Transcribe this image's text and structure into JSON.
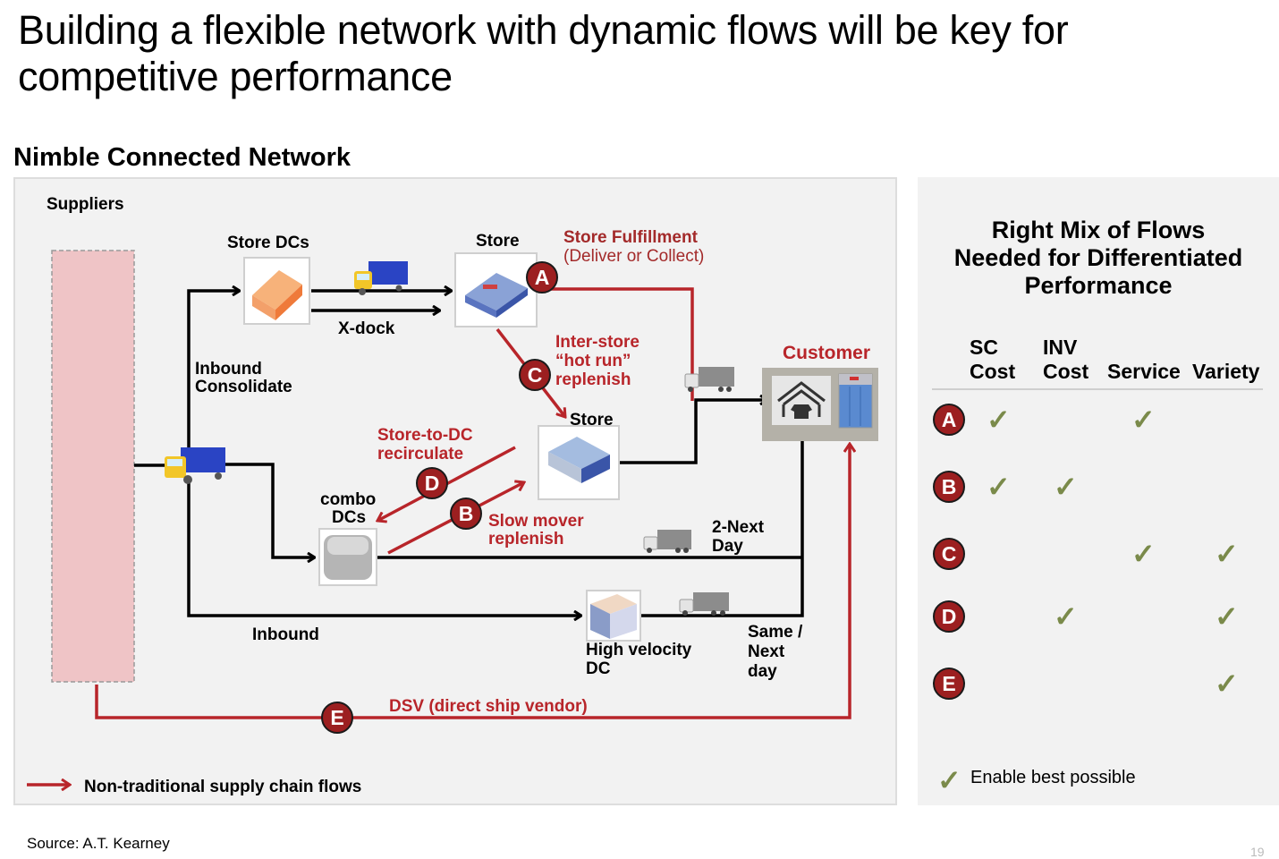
{
  "slide": {
    "title": "Building a flexible network with dynamic flows will be key for competitive performance",
    "subtitle": "Nimble Connected Network",
    "source": "Source: A.T. Kearney",
    "page_number": "19"
  },
  "diagram": {
    "nodes": {
      "suppliers": "Suppliers",
      "store_dcs": "Store DCs",
      "store_top": "Store",
      "store_mid": "Store",
      "combo_dcs_line1": "combo",
      "combo_dcs_line2": "DCs",
      "high_velocity_dc_line1": "High velocity",
      "high_velocity_dc_line2": "DC",
      "customer": "Customer"
    },
    "flow_labels": {
      "x_dock": "X-dock",
      "inbound_consolidate_line1": "Inbound",
      "inbound_consolidate_line2": "Consolidate",
      "inbound": "Inbound",
      "two_next_day_line1": "2-Next",
      "two_next_day_line2": "Day",
      "same_next_day_line1": "Same /",
      "same_next_day_line2": "Next",
      "same_next_day_line3": "day"
    },
    "nontraditional_flows": [
      {
        "id": "A",
        "label_line1": "Store Fulfillment",
        "label_line2": "(Deliver or Collect)"
      },
      {
        "id": "B",
        "label_line1": "Slow mover",
        "label_line2": "replenish"
      },
      {
        "id": "C",
        "label_line1": "Inter-store",
        "label_line2": "“hot run”",
        "label_line3": "replenish"
      },
      {
        "id": "D",
        "label_line1": "Store-to-DC",
        "label_line2": "recirculate"
      },
      {
        "id": "E",
        "label_line1": "DSV (direct ship vendor)"
      }
    ],
    "legend": "Non-traditional supply chain flows",
    "colors": {
      "traditional_flow": "#000000",
      "nontraditional_flow": "#b8252a",
      "badge": "#9c1f20",
      "suppliers_fill": "#efc4c6",
      "check": "#7a8a4a"
    }
  },
  "matrix": {
    "title_line1": "Right Mix of Flows",
    "title_line2": "Needed for Differentiated",
    "title_line3": "Performance",
    "columns": [
      {
        "line1": "SC",
        "line2": "Cost"
      },
      {
        "line1": "INV",
        "line2": "Cost"
      },
      {
        "line1": "",
        "line2": "Service"
      },
      {
        "line1": "",
        "line2": "Variety"
      }
    ],
    "rows": [
      {
        "id": "A",
        "checks": [
          true,
          false,
          true,
          false
        ]
      },
      {
        "id": "B",
        "checks": [
          true,
          true,
          false,
          false
        ]
      },
      {
        "id": "C",
        "checks": [
          false,
          false,
          true,
          true
        ]
      },
      {
        "id": "D",
        "checks": [
          false,
          true,
          false,
          true
        ]
      },
      {
        "id": "E",
        "checks": [
          false,
          false,
          false,
          true
        ]
      }
    ],
    "check_glyph": "✓",
    "legend": "Enable best possible"
  }
}
